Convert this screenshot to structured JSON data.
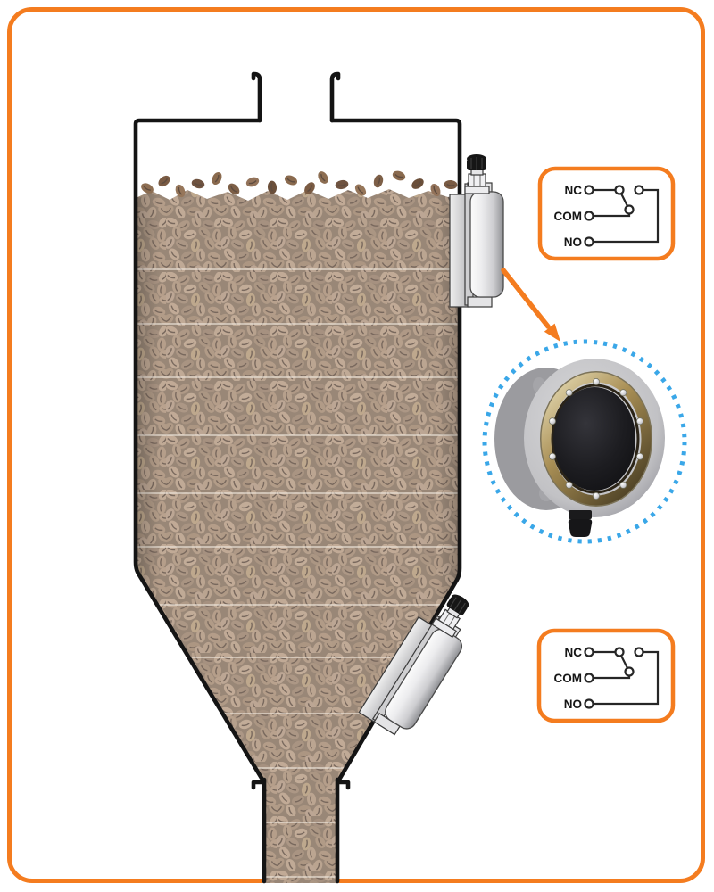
{
  "colors": {
    "orange": "#f47c1f",
    "blue": "#3aa7e8",
    "outline": "#141414",
    "bean_base": "#8a7260",
    "bean_light": "#b49a82",
    "sensor_metal": "#d9d9db",
    "diaphragm_black": "#17171a",
    "brass_ring": "#b79a5a"
  },
  "scene": {
    "description_names": [
      "hopper-silo",
      "coffee-bean-fill",
      "top-level-sensor",
      "bottom-level-sensor",
      "sensor-closeup-photo",
      "zoom-indicator-circle",
      "pointer-arrow"
    ]
  },
  "switches": [
    {
      "id": "top",
      "nc": "NC",
      "com": "COM",
      "no": "NO"
    },
    {
      "id": "bottom",
      "nc": "NC",
      "com": "COM",
      "no": "NO"
    }
  ]
}
